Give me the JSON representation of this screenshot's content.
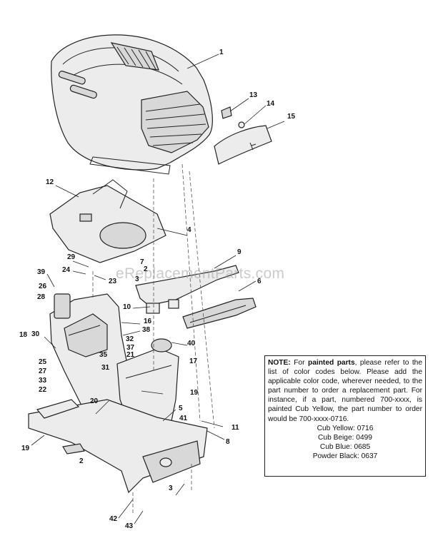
{
  "watermark": "eReplacementParts.com",
  "callouts": [
    "1",
    "13",
    "14",
    "15",
    "12",
    "4",
    "9",
    "7",
    "2",
    "3",
    "29",
    "24",
    "23",
    "39",
    "26",
    "28",
    "10",
    "6",
    "16",
    "32",
    "38",
    "18",
    "30",
    "37",
    "40",
    "21",
    "25",
    "35",
    "17",
    "27",
    "31",
    "33",
    "22",
    "19",
    "20",
    "5",
    "41",
    "11",
    "8",
    "19",
    "2",
    "3",
    "42",
    "43"
  ],
  "note": {
    "label": "NOTE:",
    "text_1": "For",
    "emphasis": "painted parts",
    "text_2": ", please refer to the list of color codes below. Please add the applicable color code, wherever needed, to the part number to order a replacement part. For instance, if a part, numbered 700-xxxx, is painted Cub Yellow, the part number to order would be 700-xxxx-0716.",
    "colors": [
      "Cub Yellow: 0716",
      "Cub Beige: 0499",
      "Cub Blue: 0685",
      "Powder Black: 0637"
    ]
  }
}
